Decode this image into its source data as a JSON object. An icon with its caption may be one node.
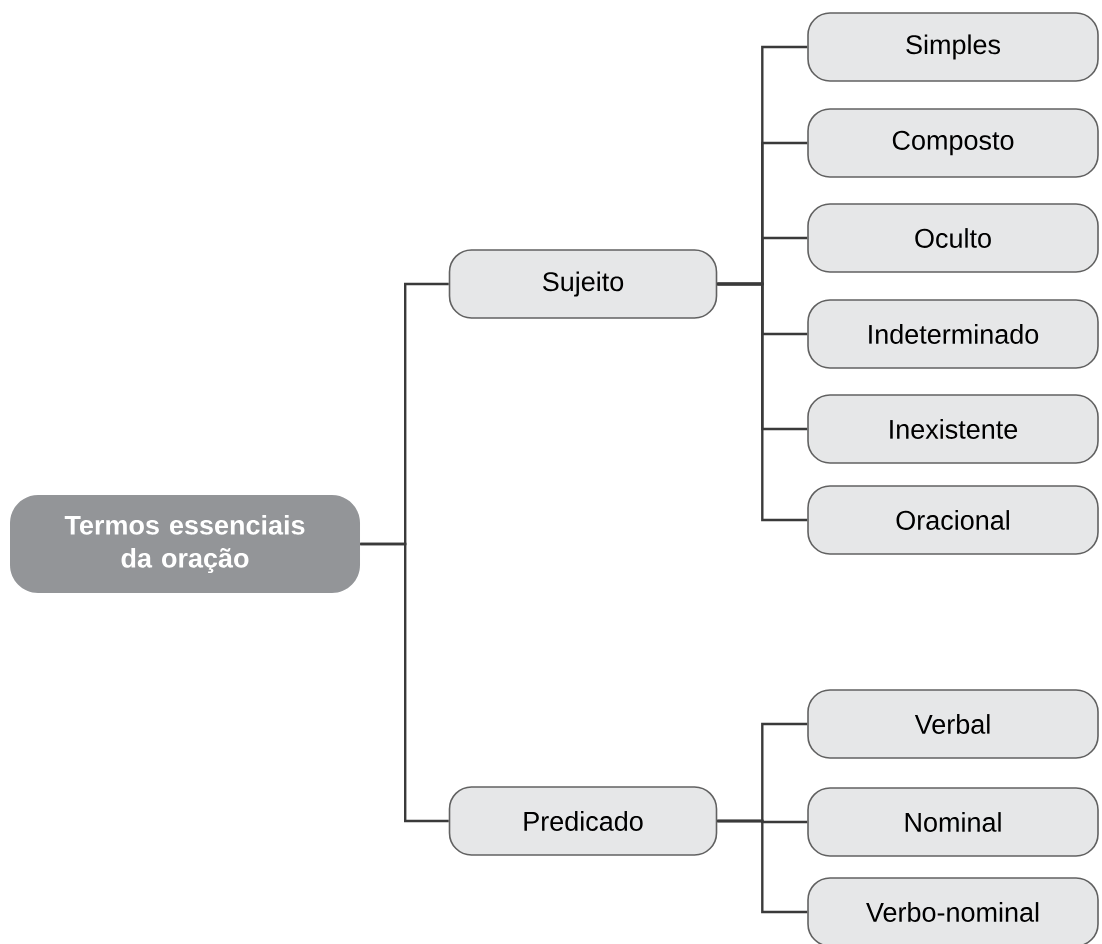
{
  "diagram": {
    "nodes": [
      {
        "text": [
          "Termos essenciais da oração"
        ]
      },
      {
        "text": [
          "Sujeito"
        ]
      },
      {
        "text": [
          "Simples"
        ]
      },
      {
        "text": [
          "Composto"
        ]
      },
      {
        "text": [
          "Oculto"
        ]
      },
      {
        "text": [
          "Indeterminado"
        ]
      },
      {
        "text": [
          "Inexistente"
        ]
      },
      {
        "text": [
          "Oracional"
        ]
      },
      {
        "text": [
          "Predicado"
        ]
      },
      {
        "text": [
          "Verbal"
        ]
      },
      {
        "text": [
          "Nominal"
        ]
      },
      {
        "text": [
          "Verbo-nominal"
        ]
      }
    ],
    "edges": [
      {
        "from": 0,
        "to": 1,
        "arrow": "none"
      },
      {
        "from": 0,
        "to": 8,
        "arrow": "none"
      },
      {
        "from": 1,
        "to": 2,
        "arrow": "none"
      },
      {
        "from": 1,
        "to": 3,
        "arrow": "none"
      },
      {
        "from": 1,
        "to": 4,
        "arrow": "none"
      },
      {
        "from": 1,
        "to": 5,
        "arrow": "none"
      },
      {
        "from": 1,
        "to": 6,
        "arrow": "none"
      },
      {
        "from": 1,
        "to": 7,
        "arrow": "none"
      },
      {
        "from": 8,
        "to": 9,
        "arrow": "none"
      },
      {
        "from": 8,
        "to": 10,
        "arrow": "none"
      },
      {
        "from": 8,
        "to": 11,
        "arrow": "none"
      }
    ]
  }
}
